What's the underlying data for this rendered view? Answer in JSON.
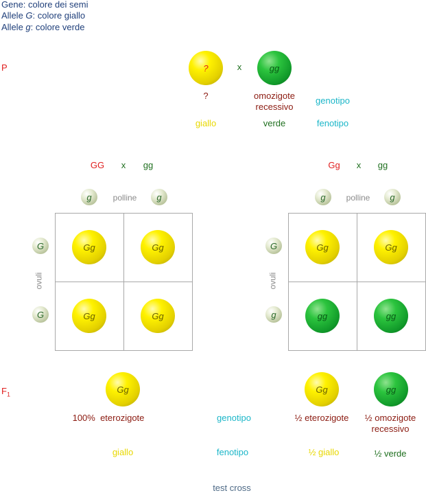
{
  "header": {
    "gene": "Gene: colore dei semi",
    "allele_G_prefix": "Allele ",
    "allele_G_symbol": "G",
    "allele_G_suffix": ": colore giallo",
    "allele_g_prefix": "Allele ",
    "allele_g_symbol": "g",
    "allele_g_suffix": ": colore verde"
  },
  "parents": {
    "label": "P",
    "cross_symbol": "x",
    "unknown": {
      "pea_text": "?",
      "genotype": "?",
      "phenotype": "giallo"
    },
    "known": {
      "pea_text": "gg",
      "genotype_line1": "omozigote",
      "genotype_line2": "recessivo",
      "phenotype": "verde"
    },
    "row_label_genotype": "genotipo",
    "row_label_phenotype": "fenotipo"
  },
  "left_cross": {
    "parent1": "GG",
    "cross_symbol": "x",
    "parent2": "gg",
    "pollen_label": "polline",
    "pollen": [
      "g",
      "g"
    ],
    "ovules_label": "ovuli",
    "ovules": [
      "G",
      "G"
    ],
    "cells": [
      "Gg",
      "Gg",
      "Gg",
      "Gg"
    ]
  },
  "right_cross": {
    "parent1": "Gg",
    "cross_symbol": "x",
    "parent2": "gg",
    "pollen_label": "polline",
    "pollen": [
      "g",
      "g"
    ],
    "ovules_label": "ovuli",
    "ovules": [
      "G",
      "g"
    ],
    "cells": [
      "Gg",
      "Gg",
      "gg",
      "gg"
    ]
  },
  "f1": {
    "label_main": "F",
    "label_sub": "1",
    "left": {
      "pea_text": "Gg",
      "percent": "100%",
      "genotype": "eterozigote",
      "phenotype": "giallo"
    },
    "middle_genotype": "genotipo",
    "middle_phenotype": "fenotipo",
    "right_a": {
      "pea_text": "Gg",
      "genotype": "½ eterozigote",
      "phenotype": "½ giallo"
    },
    "right_b": {
      "pea_text": "gg",
      "genotype_line1": "½ omozigote",
      "genotype_line2": "recessivo",
      "phenotype": "½ verde"
    }
  },
  "footer": {
    "caption": "test cross"
  },
  "colors": {
    "navy": "#1f3f7a",
    "red": "#e02020",
    "dark_green": "#1f6f1f",
    "brown": "#8b1a10",
    "cyan": "#1bb6c8",
    "yellow": "#e8d800",
    "pea_yellow": "#fff200",
    "pea_green": "#2cc43e"
  },
  "icons": [
    "yellow-pea-icon",
    "green-pea-icon",
    "gamete-icon"
  ]
}
